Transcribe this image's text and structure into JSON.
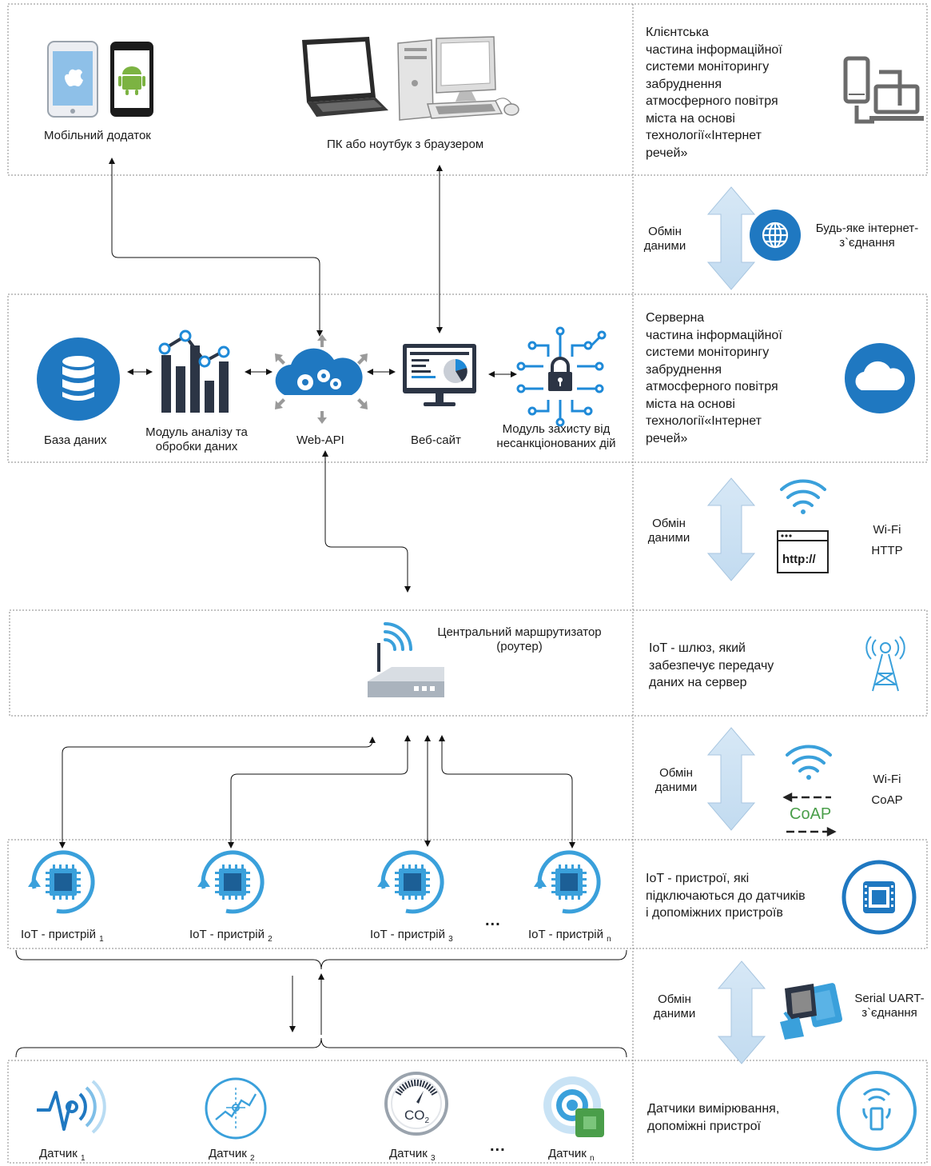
{
  "client": {
    "mobile_label": "Мобільний додаток",
    "pc_label": "ПК або ноутбук з браузером",
    "description": [
      "Клієнтська",
      "частина інформаційної",
      "системи моніторингу",
      "забруднення",
      "атмосферного повітря",
      "міста на основі",
      "технології«Інтернет",
      "речей»"
    ]
  },
  "exchange1": {
    "label": [
      "Обмін",
      "даними"
    ],
    "connection": [
      "Будь-яке інтернет-",
      "з`єднання"
    ]
  },
  "server": {
    "db_label": "База даних",
    "analysis_label": [
      "Модуль аналізу та",
      "обробки даних"
    ],
    "webapi_label": "Web-API",
    "website_label": "Веб-сайт",
    "security_label": [
      "Модуль захисту від",
      "несанкціонованих дій"
    ],
    "description": [
      "Серверна",
      "частина інформаційної",
      "системи моніторингу",
      "забруднення",
      "атмосферного повітря",
      "міста на основі",
      "технології«Інтернет",
      "речей»"
    ]
  },
  "exchange2": {
    "label": [
      "Обмін",
      "даними"
    ],
    "protocol": [
      "Wi-Fi",
      "HTTP"
    ],
    "http_text": "http://"
  },
  "gateway": {
    "router_label": [
      "Центральний маршрутизатор",
      "(роутер)"
    ],
    "description": [
      "IoT - шлюз, який",
      "забезпечує передачу",
      "даних на сервер"
    ]
  },
  "exchange3": {
    "label": [
      "Обмін",
      "даними"
    ],
    "protocol": [
      "Wi-Fi",
      "CoAP"
    ],
    "coap_text": "CoAP"
  },
  "devices": {
    "items": [
      {
        "label": "IoT - пристрій",
        "sub": "1"
      },
      {
        "label": "IoT - пристрій",
        "sub": "2"
      },
      {
        "label": "IoT - пристрій",
        "sub": "3"
      },
      {
        "label": "IoT - пристрій",
        "sub": "n"
      }
    ],
    "ellipsis": "...",
    "description": [
      "IoT - пристрої, які",
      "підключаються до датчиків",
      "і допоміжних пристроїв"
    ]
  },
  "exchange4": {
    "label": [
      "Обмін",
      "даними"
    ],
    "connection": [
      "Serial UART-",
      "з`єднання"
    ]
  },
  "sensors": {
    "items": [
      {
        "label": "Датчик",
        "sub": "1"
      },
      {
        "label": "Датчик",
        "sub": "2"
      },
      {
        "label": "Датчик",
        "sub": "3"
      },
      {
        "label": "Датчик",
        "sub": "n"
      }
    ],
    "co2_text": "CO",
    "co2_sub": "2",
    "ellipsis": "...",
    "description": [
      "Датчики вимірювання,",
      "допоміжні пристрої"
    ]
  },
  "colors": {
    "accent_blue": "#1f78c1",
    "light_blue": "#3aa0db",
    "arrow_fill": "#cfe3f3",
    "dark_navy": "#2c3545",
    "border": "#8a8a8a"
  }
}
